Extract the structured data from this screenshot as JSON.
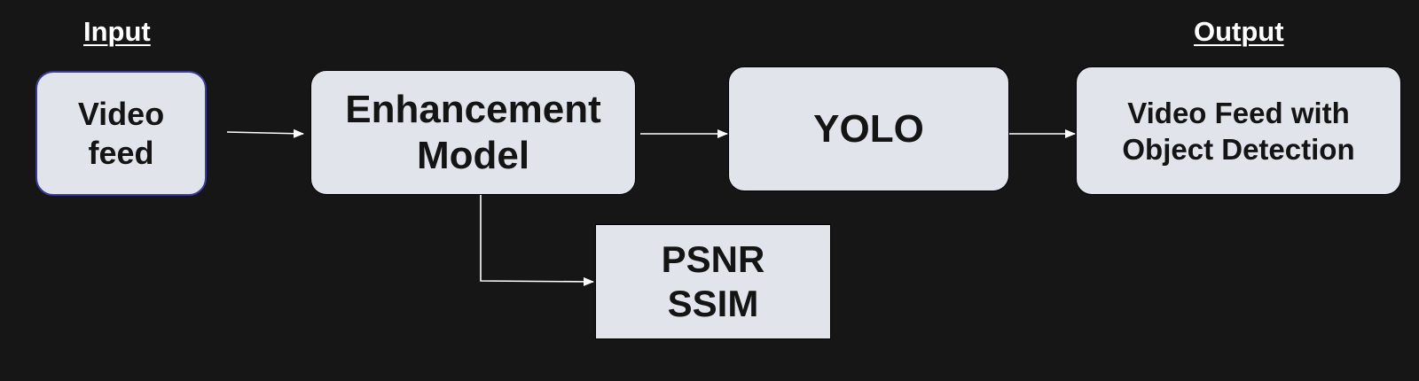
{
  "headings": {
    "input": "Input",
    "output": "Output"
  },
  "nodes": {
    "video_feed": {
      "lines": [
        "Video",
        "feed"
      ]
    },
    "enhancement": {
      "lines": [
        "Enhancement",
        "Model"
      ]
    },
    "yolo": {
      "lines": [
        "YOLO"
      ]
    },
    "output_feed": {
      "lines": [
        "Video Feed with",
        "Object Detection"
      ]
    },
    "metrics": {
      "lines": [
        "PSNR",
        "SSIM"
      ]
    }
  },
  "colors": {
    "background": "#161616",
    "box_fill": "#e1e5eb",
    "box_text": "#141414",
    "input_border": "#3b3b9a",
    "arrow": "#ffffff"
  }
}
